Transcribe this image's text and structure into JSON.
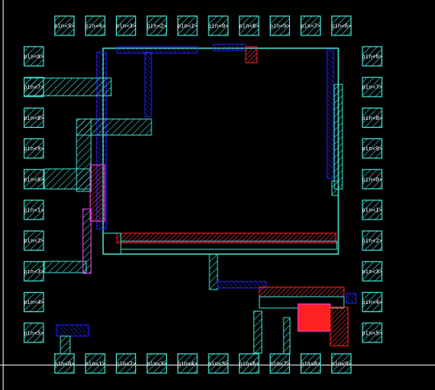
{
  "colors": {
    "background": "#000000",
    "pad": "#40e0d0",
    "metal1": "#2020ff",
    "metal2": "#ff2020",
    "hatch": "#40e0d0",
    "via": "#ff40ff",
    "guide": "#ffffff"
  },
  "pins": {
    "top": [
      "pin<5>",
      "pin<4>",
      "pin<3>",
      "pin<2>",
      "pin<1>",
      "pin<0>",
      "pin<8>",
      "pin<9>",
      "pin<7>",
      "pin<6>"
    ],
    "left": [
      "pin<6>",
      "pin<7>",
      "pin<8>",
      "pin<9>",
      "pin<0>",
      "pin<1>",
      "pin<2>",
      "pin<3>",
      "pin<4>",
      "pin<5>"
    ],
    "right": [
      "pin<6>",
      "pin<7>",
      "pin<8>",
      "pin<9>",
      "pin<0>",
      "pin<1>",
      "pin<2>",
      "pin<3>",
      "pin<4>",
      "pin<5>"
    ],
    "bottom": [
      "pin<0>",
      "pin<1>",
      "pin<2>",
      "pin<3>",
      "pin<4>",
      "pin<5>",
      "pin<6>",
      "pin<7>",
      "pin<8>",
      "pin<9>"
    ]
  }
}
